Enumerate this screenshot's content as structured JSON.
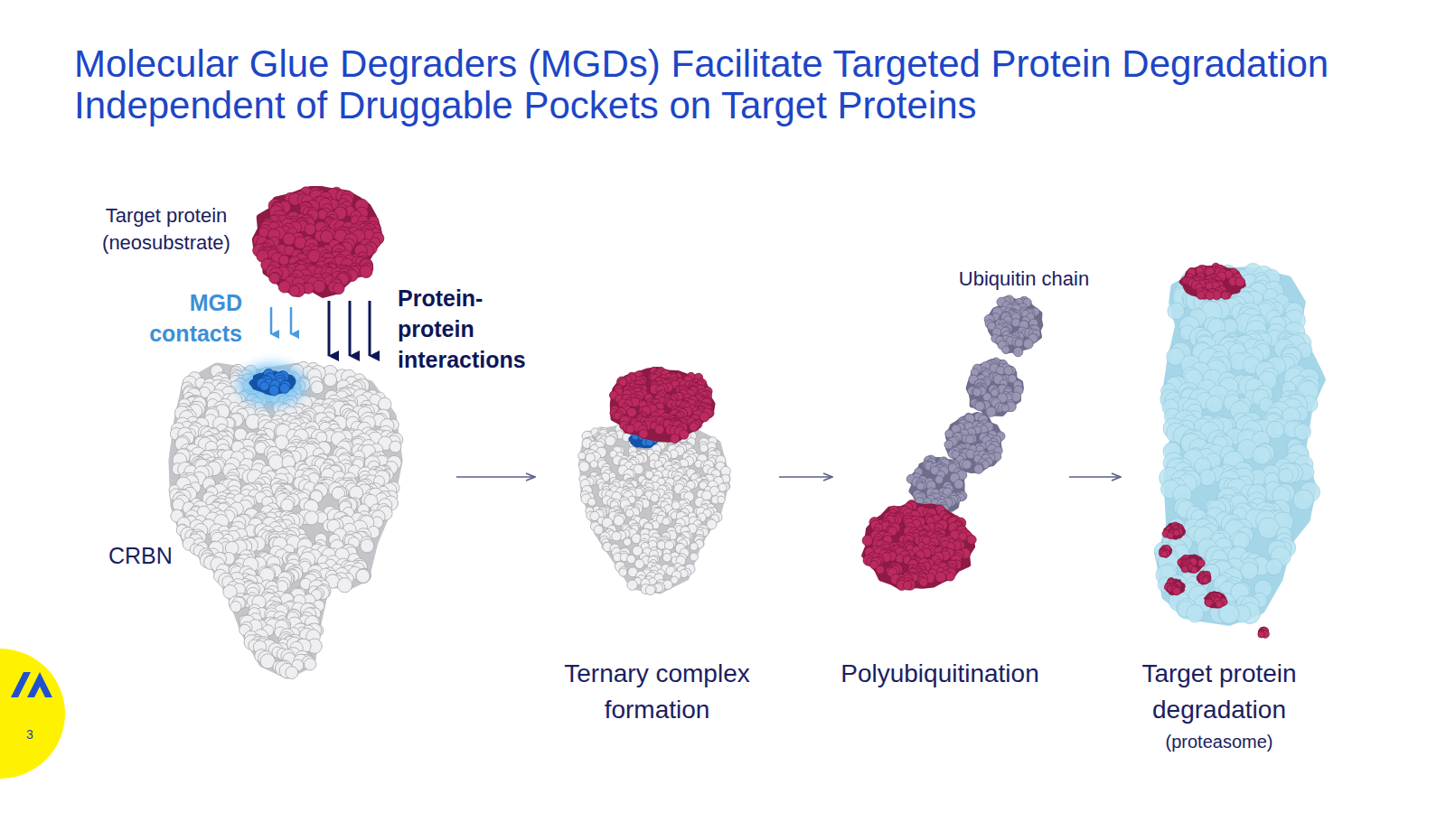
{
  "diagram": {
    "title": "Molecular Glue Degraders (MGDs) Facilitate Targeted Protein Degradation Independent of Druggable Pockets on Target Proteins",
    "nodes": [
      {
        "text": [
          "CRBN"
        ]
      },
      {
        "text": [
          "Ternary complex formation"
        ]
      },
      {
        "text": [
          "Polyubiquitination"
        ]
      },
      {
        "text": [
          "Target protein degradation",
          "(proteasome)"
        ]
      }
    ],
    "edges": [
      {
        "from": 0,
        "to": 1,
        "arrow": "to"
      },
      {
        "from": 1,
        "to": 2,
        "arrow": "to"
      },
      {
        "from": 2,
        "to": 3,
        "arrow": "to"
      }
    ],
    "labels": [
      "Target protein (neosubstrate)",
      "MGD contacts",
      "Protein-protein interactions",
      "Ubiquitin chain",
      "3"
    ]
  }
}
